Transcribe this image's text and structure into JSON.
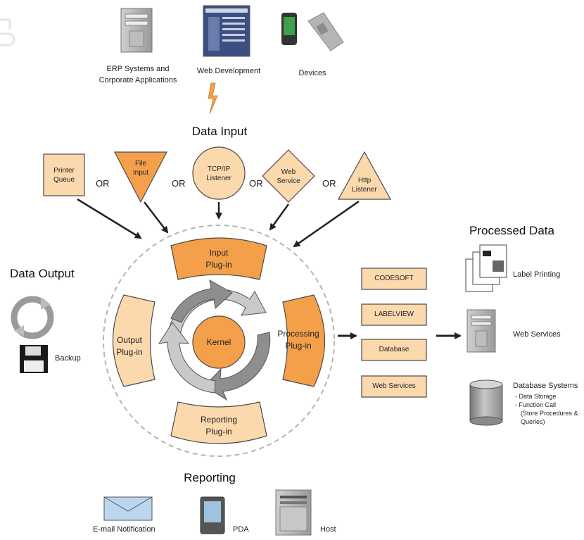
{
  "top": {
    "erp_label_1": "ERP Systems and",
    "erp_label_2": "Corporate Applications",
    "web_dev_label": "Web Development",
    "devices_label": "Devices"
  },
  "data_input": {
    "heading": "Data Input",
    "printer_queue": [
      "Printer",
      "Queue"
    ],
    "file_input": [
      "File",
      "Input"
    ],
    "tcpip_listener": [
      "TCP/IP",
      "Listener"
    ],
    "web_service": [
      "Web",
      "Service"
    ],
    "http_listener": [
      "Http",
      "Listener"
    ],
    "or": "OR"
  },
  "plugins": {
    "input": [
      "Input",
      "Plug-in"
    ],
    "output": [
      "Output",
      "Plug-in"
    ],
    "processing": [
      "Processing",
      "Plug-in"
    ],
    "reporting": [
      "Reporting",
      "Plug-in"
    ],
    "kernel": "Kernel"
  },
  "data_output": {
    "heading": "Data Output",
    "backup": "Backup"
  },
  "processing_targets": [
    "CODESOFT",
    "LABELVIEW",
    "Database",
    "Web Services"
  ],
  "processed_data": {
    "heading": "Processed Data",
    "label_printing": "Label Printing",
    "web_services": "Web Services",
    "database_systems": "Database Systems",
    "db_details": [
      "- Data Storage",
      "- Function Call",
      "(Store Procedures &",
      "Queries)"
    ]
  },
  "reporting": {
    "heading": "Reporting",
    "email": "E-mail Notification",
    "pda": "PDA",
    "host": "Host"
  },
  "colors": {
    "orange_dark": "#f4a04a",
    "orange_light": "#fcd9ad",
    "outline": "#4a4a4a",
    "arrow": "#222222",
    "gray_arrow_dark": "#8e8e8e",
    "gray_arrow_light": "#c9c9c9"
  }
}
